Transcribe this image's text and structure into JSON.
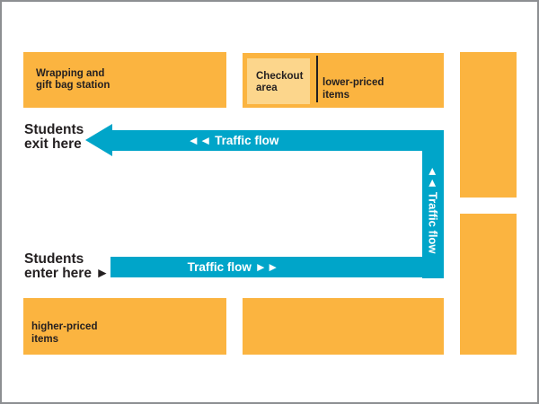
{
  "colors": {
    "orange": "#FBB440",
    "light-orange": "#FCD68C",
    "cyan": "#00A5C9",
    "ink": "#231F20",
    "border": "#8D8F92"
  },
  "boxes": {
    "wrapping_station": "Wrapping and\ngift bag station",
    "checkout_area": "Checkout\narea",
    "lower_priced": "lower-priced\nitems",
    "higher_priced": "higher-priced\nitems"
  },
  "labels": {
    "students_exit": "Students\nexit here",
    "students_enter": "Students\nenter here ►"
  },
  "flow": {
    "left_label": "◄◄ Traffic flow",
    "up_label": "◄◄ Traffic flow",
    "right_label": "Traffic flow ►►"
  }
}
